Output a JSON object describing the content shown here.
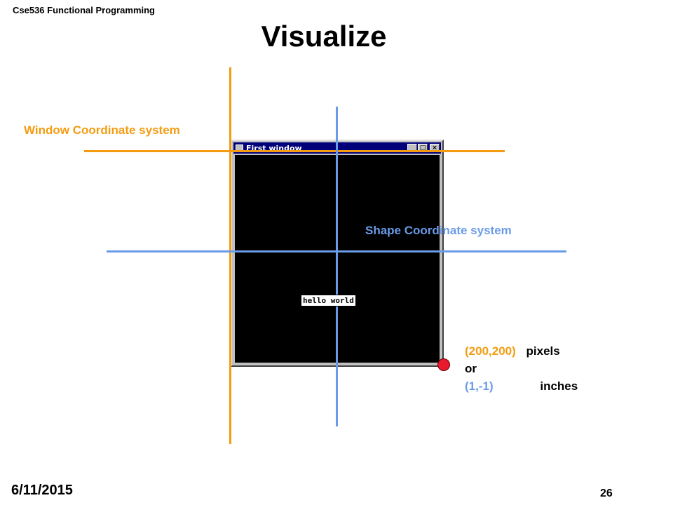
{
  "header": {
    "course": "Cse536  Functional Programming",
    "title": "Visualize"
  },
  "labels": {
    "window_coordinate_system": "Window Coordinate system",
    "shape_coordinate_system": "Shape Coordinate system"
  },
  "window": {
    "title": "First window",
    "content_text": "hello world",
    "buttons": {
      "minimize": "_",
      "maximize": "□",
      "close": "×"
    }
  },
  "annotation": {
    "pixel_coord": "(200,200)",
    "pixel_unit": "pixels",
    "connector": "or",
    "inch_coord": "(1,-1)",
    "inch_unit": "inches"
  },
  "colors": {
    "window_axes": "#f39c12",
    "shape_axes": "#6a9be8",
    "corner_dot": "#e8192c",
    "titlebar": "#00007b"
  },
  "footer": {
    "date": "6/11/2015",
    "page_number": "26"
  }
}
